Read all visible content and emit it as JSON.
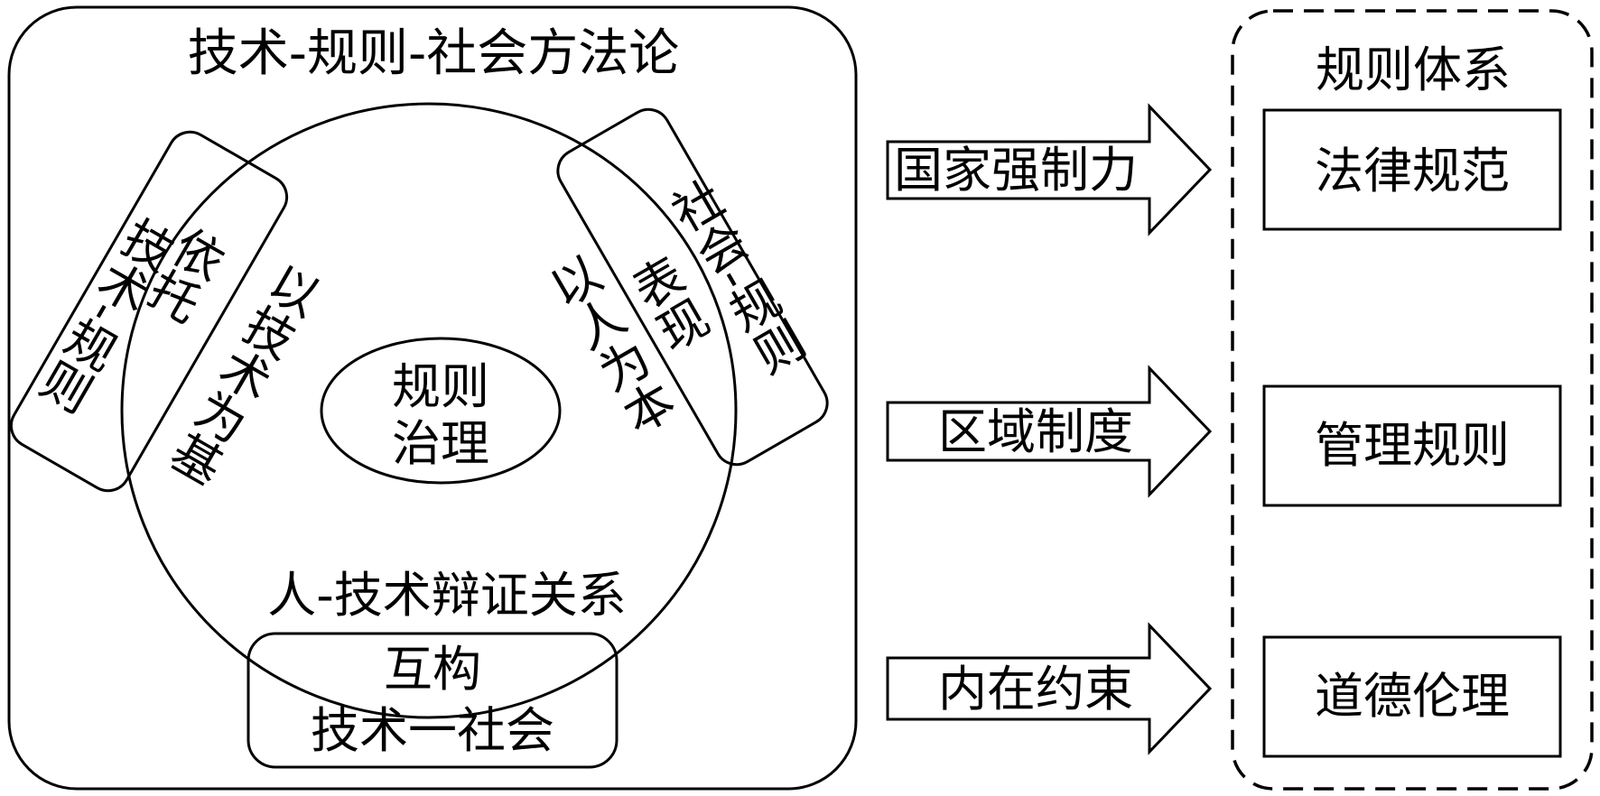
{
  "methodology": {
    "title": "技术-规则-社会方法论",
    "center_line1": "规则",
    "center_line2": "治理",
    "tech_rule": "技术-规则",
    "rely": "依托",
    "tech_base": "以技术为基",
    "people_base": "以人为本",
    "express": "表现",
    "social_rule": "社会-规则",
    "dialectic": "人-技术辩证关系",
    "mutual_line1": "互构",
    "mutual_line2": "技术一社会"
  },
  "arrows": [
    {
      "label": "国家强制力"
    },
    {
      "label": "区域制度"
    },
    {
      "label": "内在约束"
    }
  ],
  "rule_system": {
    "title": "规则体系",
    "items": [
      "法律规范",
      "管理规则",
      "道德伦理"
    ]
  }
}
